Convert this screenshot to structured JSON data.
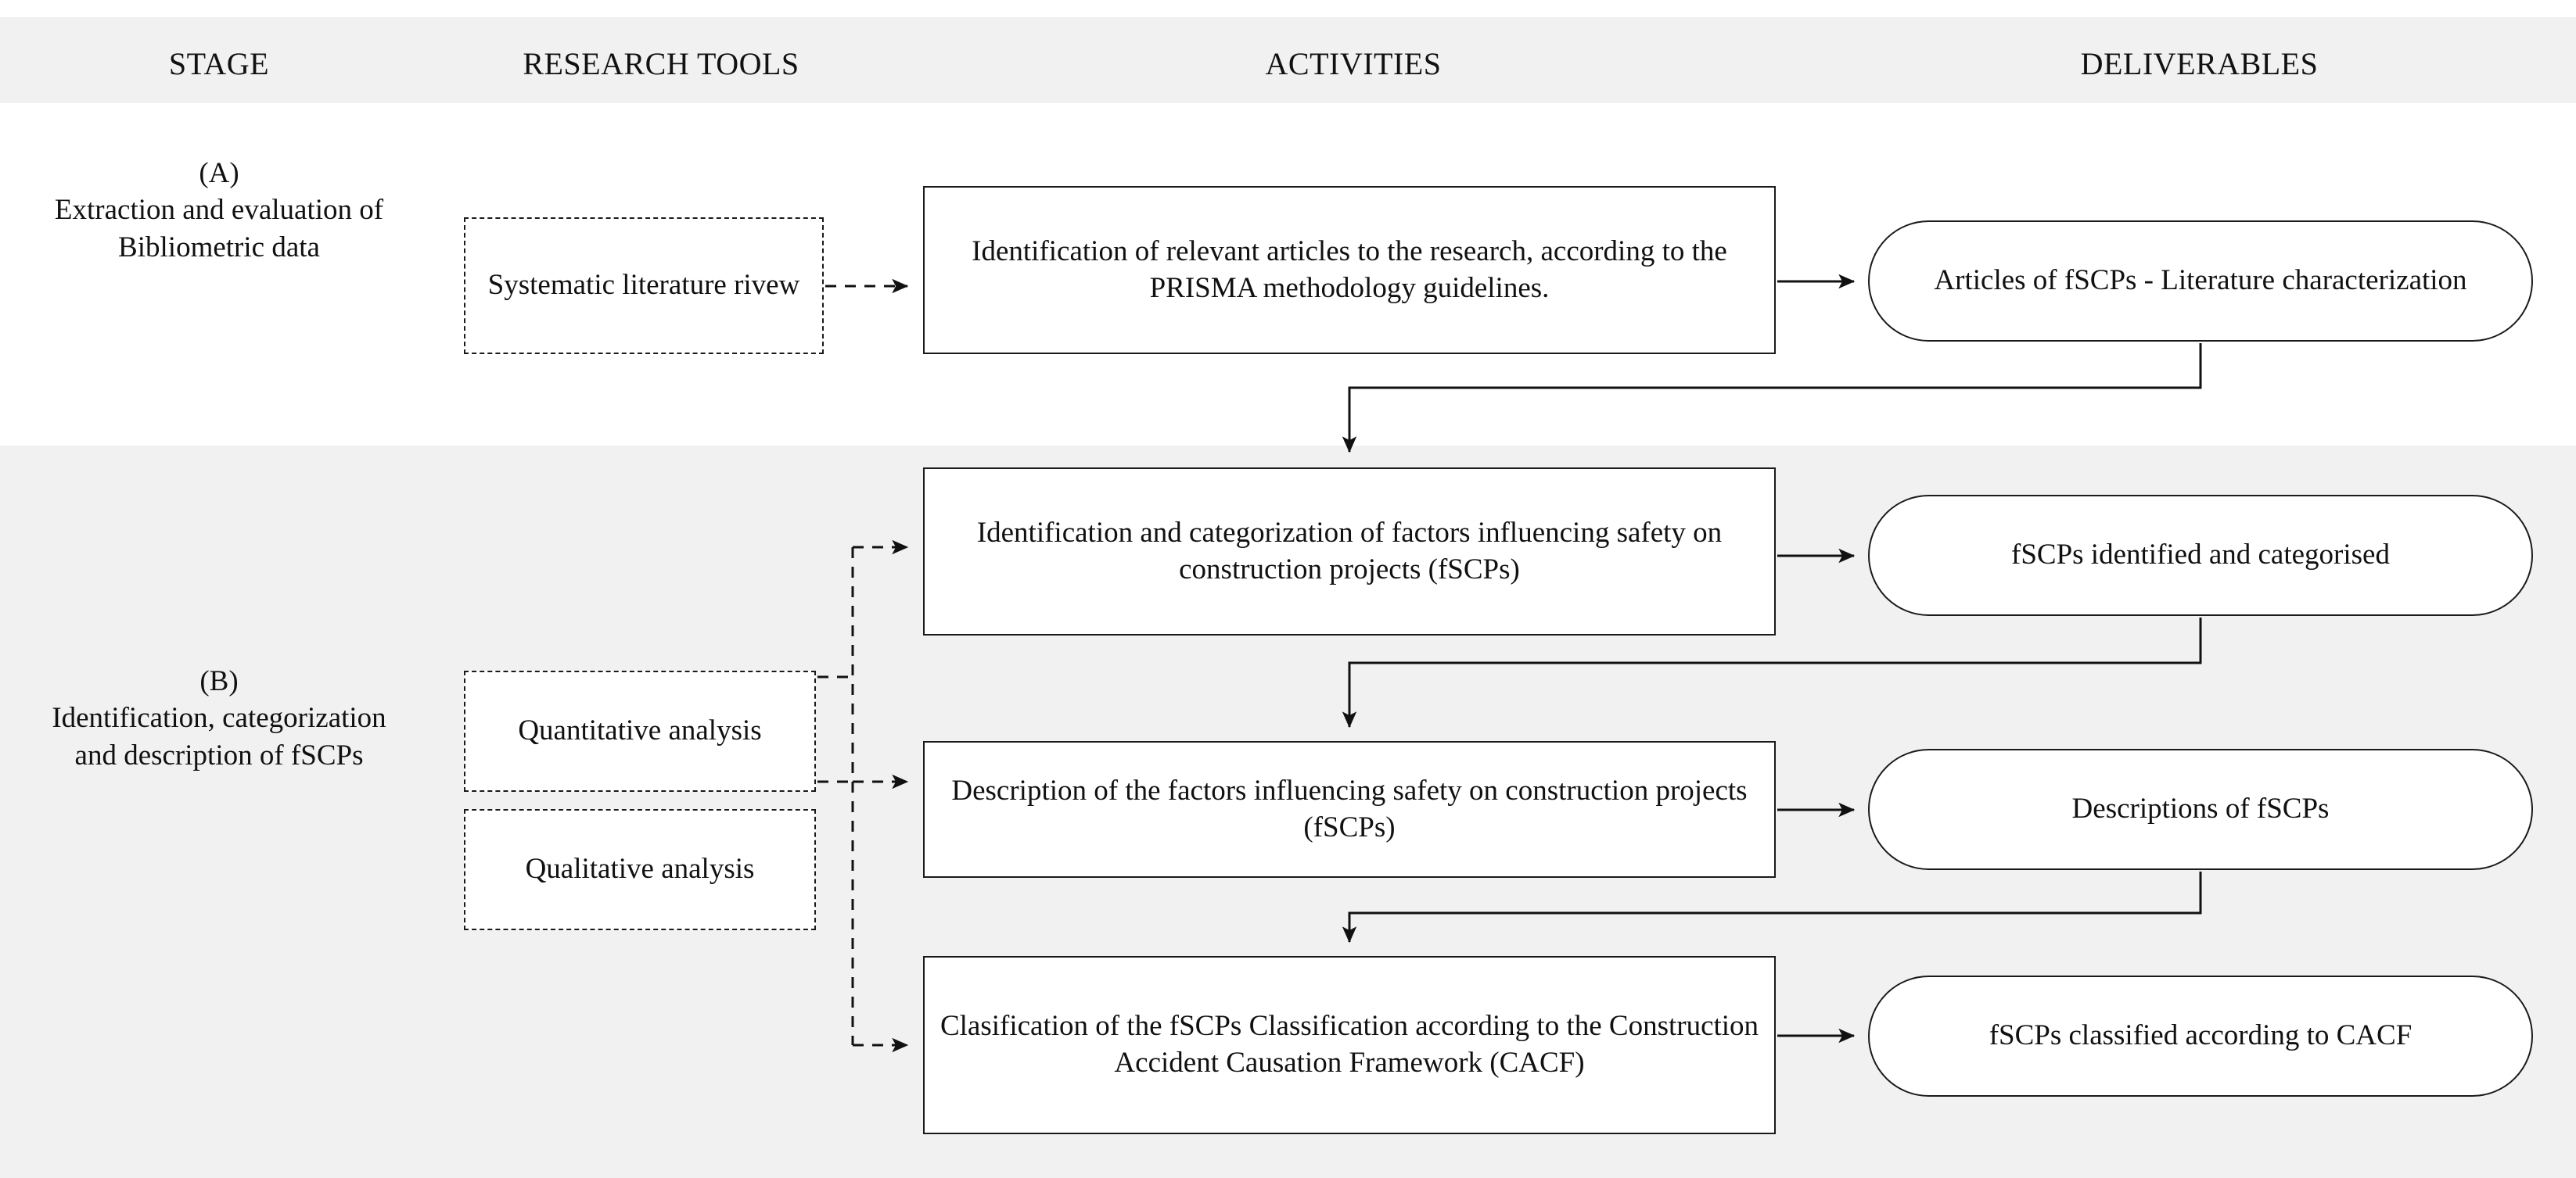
{
  "columns": {
    "headers": [
      {
        "key": "stage",
        "label": "STAGE"
      },
      {
        "key": "research_tools",
        "label": "RESEARCH TOOLS"
      },
      {
        "key": "activities",
        "label": "ACTIVITIES"
      },
      {
        "key": "deliverables",
        "label": "DELIVERABLES"
      }
    ]
  },
  "stages": [
    {
      "id": "A",
      "marker": "(A)",
      "title": "Extraction and evaluation of Bibliometric data",
      "label_full": "(A)\nExtraction and evaluation of Bibliometric data"
    },
    {
      "id": "B",
      "marker": "(B)",
      "title": "Identification, categorization and description of fSCPs",
      "label_full": "(B)\nIdentification, categorization and description of fSCPs"
    }
  ],
  "research_tools": [
    {
      "id": "tool-slr",
      "label": "Systematic literature rivew",
      "stage": "A"
    },
    {
      "id": "tool-quantitative",
      "label": "Quantitative analysis",
      "stage": "B"
    },
    {
      "id": "tool-qualitative",
      "label": "Qualitative analysis",
      "stage": "B"
    }
  ],
  "activities": [
    {
      "id": "act-1",
      "label": "Identification of relevant articles to the research, according to the PRISMA methodology guidelines.",
      "stage": "A"
    },
    {
      "id": "act-2",
      "label": "Identification and categorization of factors influencing safety on construction projects (fSCPs)",
      "stage": "B"
    },
    {
      "id": "act-3",
      "label": "Description of the factors influencing safety on construction projects (fSCPs)",
      "stage": "B"
    },
    {
      "id": "act-4",
      "label": "Clasification of the fSCPs Classification according to the Construction Accident Causation Framework (CACF)",
      "stage": "B"
    }
  ],
  "deliverables": [
    {
      "id": "del-1",
      "label": "Articles of fSCPs - Literature characterization",
      "stage": "A"
    },
    {
      "id": "del-2",
      "label": "fSCPs identified and categorised",
      "stage": "B"
    },
    {
      "id": "del-3",
      "label": "Descriptions of fSCPs",
      "stage": "B"
    },
    {
      "id": "del-4",
      "label": "fSCPs classified according to CACF",
      "stage": "B"
    }
  ],
  "colors": {
    "band": "#f1f1f1",
    "page": "#ffffff",
    "stroke": "#1a1a1a",
    "text": "#111111"
  }
}
